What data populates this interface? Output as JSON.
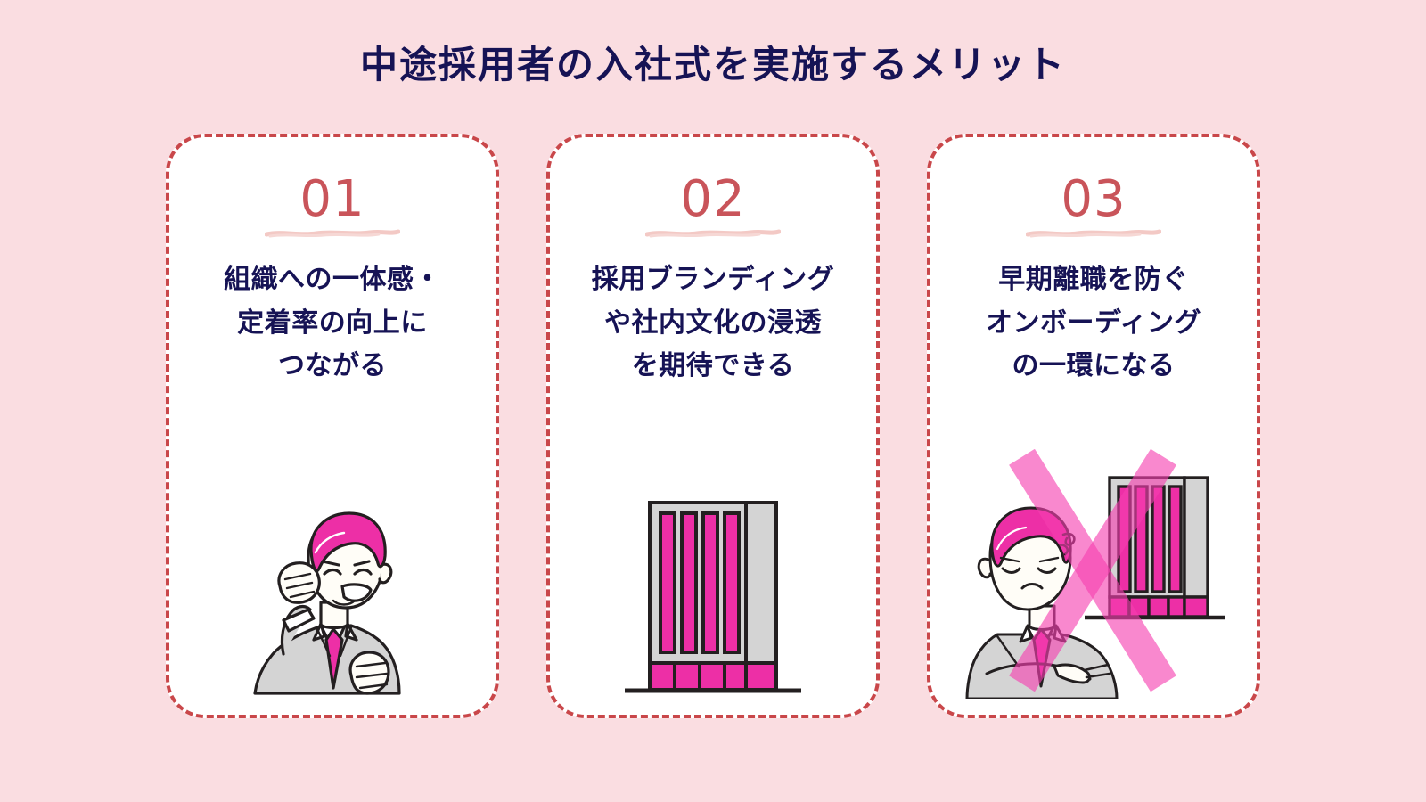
{
  "page": {
    "title": "中途採用者の入社式を実施するメリット",
    "background_color": "#fadde1",
    "title_color": "#161355",
    "card_border_color": "#c9474a",
    "card_background": "#ffffff",
    "number_color": "#c9545a",
    "accent_magenta": "#ed2fa6",
    "illustration_gray": "#d4d4d4",
    "illustration_outline": "#231f20"
  },
  "cards": [
    {
      "number": "01",
      "text": "組織への一体感・定着率の向上につながる",
      "lines": [
        "組織への一体感・",
        "定着率の向上に",
        "つながる"
      ],
      "illustration": "confident-businessman-icon"
    },
    {
      "number": "02",
      "text": "採用ブランディングや社内文化の浸透を期待できる",
      "lines": [
        "採用ブランディング",
        "や社内文化の浸透",
        "を期待できる"
      ],
      "illustration": "office-building-icon"
    },
    {
      "number": "03",
      "text": "早期離職を防ぐオンボーディングの一環になる",
      "lines": [
        "早期離職を防ぐ",
        "オンボーディング",
        "の一環になる"
      ],
      "illustration": "sad-employee-leaving-building-icon"
    }
  ]
}
